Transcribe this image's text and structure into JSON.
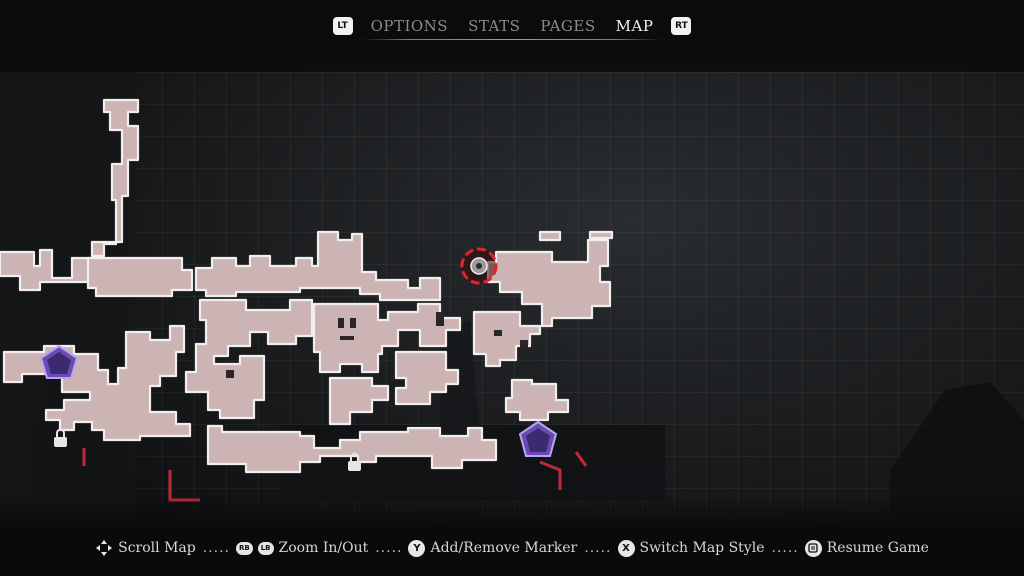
{
  "tabs": {
    "left_shoulder": "LT",
    "right_shoulder": "RT",
    "items": [
      {
        "label": "OPTIONS",
        "active": false
      },
      {
        "label": "STATS",
        "active": false
      },
      {
        "label": "PAGES",
        "active": false
      },
      {
        "label": "MAP",
        "active": true
      }
    ]
  },
  "hints": {
    "scroll": {
      "label": "Scroll Map",
      "icon": "dpad-icon"
    },
    "zoom": {
      "label": "Zoom In/Out",
      "buttons": [
        "RB",
        "LB"
      ]
    },
    "marker": {
      "label": "Add/Remove Marker",
      "button": "Y"
    },
    "style": {
      "label": "Switch Map Style",
      "button": "X"
    },
    "resume": {
      "label": "Resume Game",
      "icon": "menu-button-icon"
    },
    "separator": "....."
  },
  "map": {
    "room_fill": "#cdb4b4",
    "room_stroke": "#f1eeee",
    "waypoint_color": "#6a4bb5",
    "marker_color": "#e0252a",
    "icons": [
      "player-location-marker",
      "save-shrine-icon",
      "lock-icon"
    ]
  }
}
